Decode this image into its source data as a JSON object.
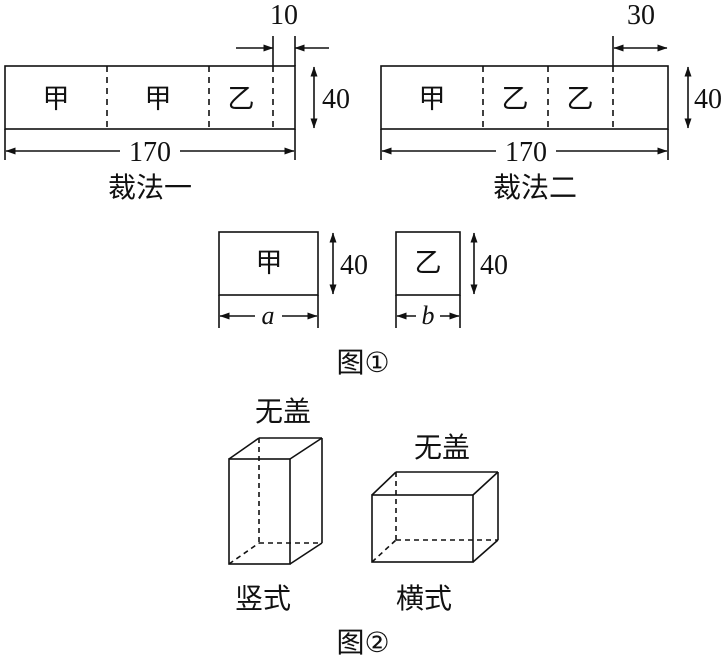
{
  "figure1": {
    "method1": {
      "cells": [
        "甲",
        "甲",
        "乙"
      ],
      "width_label": "170",
      "height_label": "40",
      "remainder_label": "10",
      "caption": "裁法一"
    },
    "method2": {
      "cells": [
        "甲",
        "乙",
        "乙"
      ],
      "width_label": "170",
      "height_label": "40",
      "remainder_label": "30",
      "caption": "裁法二"
    },
    "piece_a": {
      "label": "甲",
      "height_label": "40",
      "width_label": "a"
    },
    "piece_b": {
      "label": "乙",
      "height_label": "40",
      "width_label": "b"
    },
    "caption": "图①"
  },
  "figure2": {
    "vertical_box": {
      "lid_label": "无盖",
      "caption": "竖式"
    },
    "horizontal_box": {
      "lid_label": "无盖",
      "caption": "横式"
    },
    "caption": "图②"
  }
}
